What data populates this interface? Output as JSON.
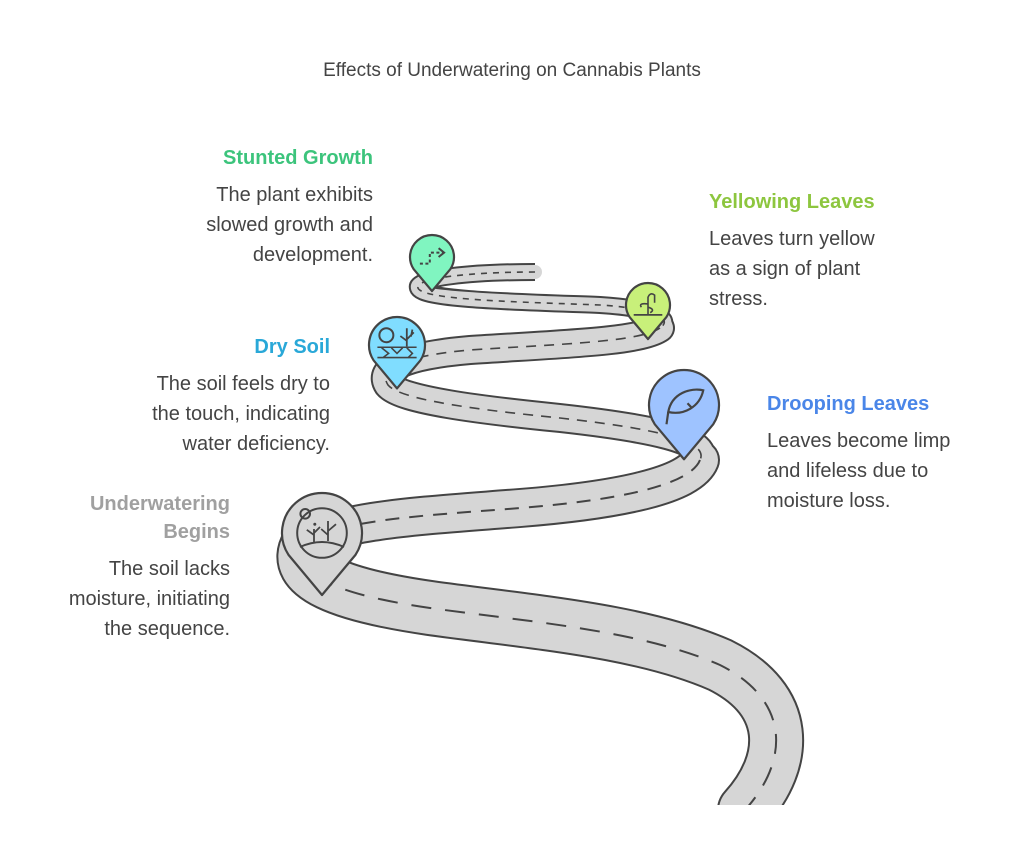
{
  "title": "Effects of Underwatering on Cannabis Plants",
  "colors": {
    "road_fill": "#d6d6d6",
    "road_stroke": "#444444",
    "text": "#444444"
  },
  "steps": [
    {
      "id": "underwatering-begins",
      "heading": "Underwatering Begins",
      "heading_lines": [
        "Underwatering",
        "Begins"
      ],
      "description_lines": [
        "The soil lacks",
        "moisture, initiating",
        "the sequence."
      ],
      "color": "#a0a0a0",
      "pin_color": "#d6d6d6",
      "icon": "dry-desert-plants-icon"
    },
    {
      "id": "drooping-leaves",
      "heading": "Drooping Leaves",
      "description_lines": [
        "Leaves become limp",
        "and lifeless due to",
        "moisture loss."
      ],
      "color": "#4a86e8",
      "pin_color": "#9ec3ff",
      "icon": "leaf-icon"
    },
    {
      "id": "dry-soil",
      "heading": "Dry Soil",
      "description_lines": [
        "The soil feels dry to",
        "the touch, indicating",
        "water deficiency."
      ],
      "color": "#29a8d8",
      "pin_color": "#80ddff",
      "icon": "cracked-soil-sun-icon"
    },
    {
      "id": "yellowing-leaves",
      "heading": "Yellowing Leaves",
      "description_lines": [
        "Leaves turn yellow",
        "as a sign of plant",
        "stress."
      ],
      "color": "#8dc63f",
      "pin_color": "#c8f07a",
      "icon": "wilting-plant-icon"
    },
    {
      "id": "stunted-growth",
      "heading": "Stunted Growth",
      "description_lines": [
        "The plant exhibits",
        "slowed growth and",
        "development."
      ],
      "color": "#3cc47c",
      "pin_color": "#80f5c0",
      "icon": "dashed-path-arrow-icon"
    }
  ]
}
